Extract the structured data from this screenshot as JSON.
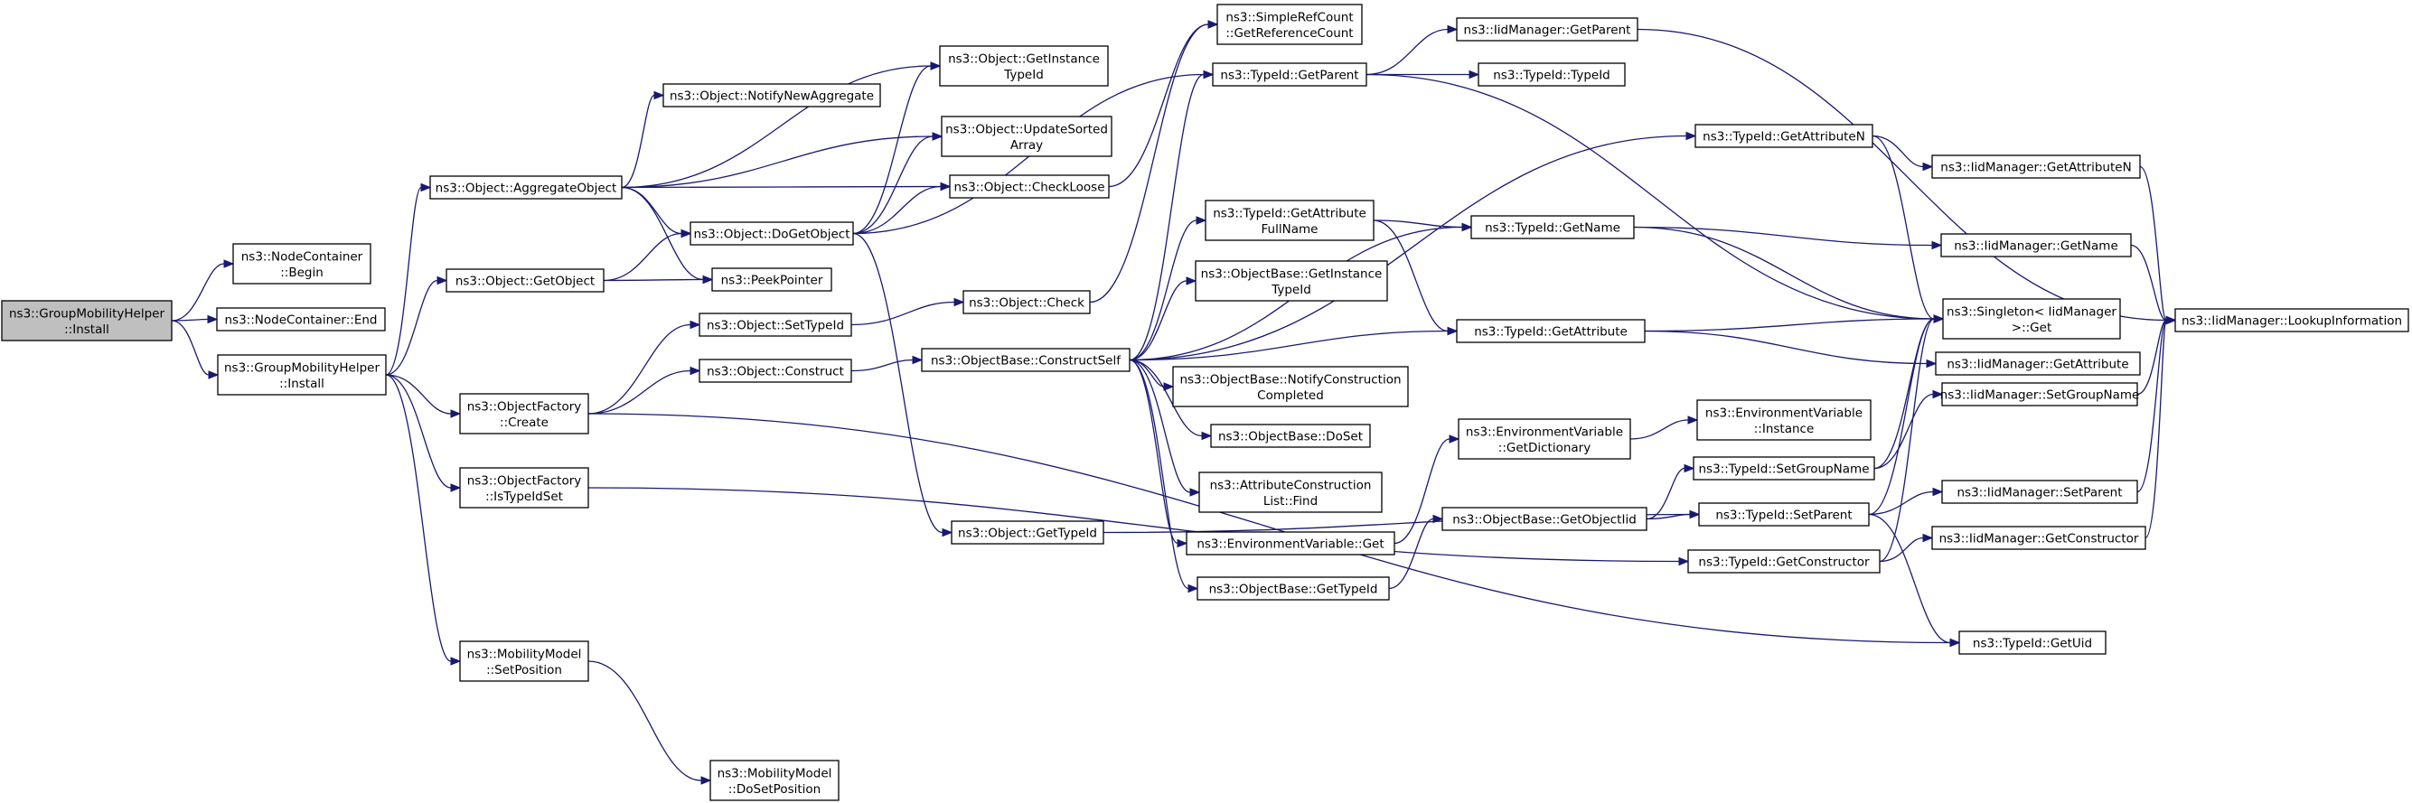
{
  "edge_color": "#191970",
  "root_fill": "#bfbfbf",
  "nodes": [
    {
      "id": "root",
      "lines": [
        "ns3::GroupMobilityHelper",
        "::Install"
      ]
    },
    {
      "id": "ncBegin",
      "lines": [
        "ns3::NodeContainer",
        "::Begin"
      ]
    },
    {
      "id": "ncEnd",
      "lines": [
        "ns3::NodeContainer::End"
      ]
    },
    {
      "id": "gmhInstall",
      "lines": [
        "ns3::GroupMobilityHelper",
        "::Install"
      ]
    },
    {
      "id": "aggObj",
      "lines": [
        "ns3::Object::AggregateObject"
      ]
    },
    {
      "id": "getObj",
      "lines": [
        "ns3::Object::GetObject"
      ]
    },
    {
      "id": "ofCreate",
      "lines": [
        "ns3::ObjectFactory",
        "::Create"
      ]
    },
    {
      "id": "ofIsSet",
      "lines": [
        "ns3::ObjectFactory",
        "::IsTypeIdSet"
      ]
    },
    {
      "id": "mmSetPos",
      "lines": [
        "ns3::MobilityModel",
        "::SetPosition"
      ]
    },
    {
      "id": "mmDoSetPos",
      "lines": [
        "ns3::MobilityModel",
        "::DoSetPosition"
      ]
    },
    {
      "id": "notifyNewAgg",
      "lines": [
        "ns3::Object::NotifyNewAggregate"
      ]
    },
    {
      "id": "doGetObj",
      "lines": [
        "ns3::Object::DoGetObject"
      ]
    },
    {
      "id": "peek",
      "lines": [
        "ns3::PeekPointer"
      ]
    },
    {
      "id": "setTypeId",
      "lines": [
        "ns3::Object::SetTypeId"
      ]
    },
    {
      "id": "construct",
      "lines": [
        "ns3::Object::Construct"
      ]
    },
    {
      "id": "getInstTid",
      "lines": [
        "ns3::Object::GetInstance",
        "TypeId"
      ]
    },
    {
      "id": "updSorted",
      "lines": [
        "ns3::Object::UpdateSorted",
        "Array"
      ]
    },
    {
      "id": "checkLoose",
      "lines": [
        "ns3::Object::CheckLoose"
      ]
    },
    {
      "id": "check",
      "lines": [
        "ns3::Object::Check"
      ]
    },
    {
      "id": "objGetTid",
      "lines": [
        "ns3::Object::GetTypeId"
      ]
    },
    {
      "id": "constructSelf",
      "lines": [
        "ns3::ObjectBase::ConstructSelf"
      ]
    },
    {
      "id": "srcGetRef",
      "lines": [
        "ns3::SimpleRefCount",
        "::GetReferenceCount"
      ]
    },
    {
      "id": "tidGetParent",
      "lines": [
        "ns3::TypeId::GetParent"
      ]
    },
    {
      "id": "tidGetAttrFull",
      "lines": [
        "ns3::TypeId::GetAttribute",
        "FullName"
      ]
    },
    {
      "id": "obGetInstTid",
      "lines": [
        "ns3::ObjectBase::GetInstance",
        "TypeId"
      ]
    },
    {
      "id": "obNotify",
      "lines": [
        "ns3::ObjectBase::NotifyConstruction",
        "Completed"
      ]
    },
    {
      "id": "obDoSet",
      "lines": [
        "ns3::ObjectBase::DoSet"
      ]
    },
    {
      "id": "aclFind",
      "lines": [
        "ns3::AttributeConstruction",
        "List::Find"
      ]
    },
    {
      "id": "envGet",
      "lines": [
        "ns3::EnvironmentVariable::Get"
      ]
    },
    {
      "id": "obGetTid",
      "lines": [
        "ns3::ObjectBase::GetTypeId"
      ]
    },
    {
      "id": "iidGetParent",
      "lines": [
        "ns3::IidManager::GetParent"
      ]
    },
    {
      "id": "tidTypeId",
      "lines": [
        "ns3::TypeId::TypeId"
      ]
    },
    {
      "id": "tidGetName",
      "lines": [
        "ns3::TypeId::GetName"
      ]
    },
    {
      "id": "tidGetAttr",
      "lines": [
        "ns3::TypeId::GetAttribute"
      ]
    },
    {
      "id": "envGetDict",
      "lines": [
        "ns3::EnvironmentVariable",
        "::GetDictionary"
      ]
    },
    {
      "id": "obGetObjIid",
      "lines": [
        "ns3::ObjectBase::GetObjectIid"
      ]
    },
    {
      "id": "tidGetAttrN",
      "lines": [
        "ns3::TypeId::GetAttributeN"
      ]
    },
    {
      "id": "envInstance",
      "lines": [
        "ns3::EnvironmentVariable",
        "::Instance"
      ]
    },
    {
      "id": "tidSetGroup",
      "lines": [
        "ns3::TypeId::SetGroupName"
      ]
    },
    {
      "id": "tidSetParent",
      "lines": [
        "ns3::TypeId::SetParent"
      ]
    },
    {
      "id": "tidGetCtor",
      "lines": [
        "ns3::TypeId::GetConstructor"
      ]
    },
    {
      "id": "iidGetAttrN",
      "lines": [
        "ns3::IidManager::GetAttributeN"
      ]
    },
    {
      "id": "iidGetName",
      "lines": [
        "ns3::IidManager::GetName"
      ]
    },
    {
      "id": "singleton",
      "lines": [
        "ns3::Singleton< IidManager",
        " >::Get"
      ]
    },
    {
      "id": "iidGetAttr",
      "lines": [
        "ns3::IidManager::GetAttribute"
      ]
    },
    {
      "id": "iidSetGroup",
      "lines": [
        "ns3::IidManager::SetGroupName"
      ]
    },
    {
      "id": "iidSetParent",
      "lines": [
        "ns3::IidManager::SetParent"
      ]
    },
    {
      "id": "iidGetCtor",
      "lines": [
        "ns3::IidManager::GetConstructor"
      ]
    },
    {
      "id": "tidGetUid",
      "lines": [
        "ns3::TypeId::GetUid"
      ]
    },
    {
      "id": "iidLookup",
      "lines": [
        "ns3::IidManager::LookupInformation"
      ]
    }
  ],
  "edges": [
    [
      "root",
      "ncBegin"
    ],
    [
      "root",
      "ncEnd"
    ],
    [
      "root",
      "gmhInstall"
    ],
    [
      "gmhInstall",
      "aggObj"
    ],
    [
      "gmhInstall",
      "getObj"
    ],
    [
      "gmhInstall",
      "ofCreate"
    ],
    [
      "gmhInstall",
      "ofIsSet"
    ],
    [
      "gmhInstall",
      "mmSetPos"
    ],
    [
      "mmSetPos",
      "mmDoSetPos"
    ],
    [
      "aggObj",
      "getInstTid"
    ],
    [
      "aggObj",
      "notifyNewAgg"
    ],
    [
      "aggObj",
      "updSorted"
    ],
    [
      "aggObj",
      "checkLoose"
    ],
    [
      "aggObj",
      "doGetObj"
    ],
    [
      "aggObj",
      "peek"
    ],
    [
      "getObj",
      "doGetObj"
    ],
    [
      "getObj",
      "peek"
    ],
    [
      "ofCreate",
      "setTypeId"
    ],
    [
      "ofCreate",
      "construct"
    ],
    [
      "ofCreate",
      "tidGetUid"
    ],
    [
      "ofIsSet",
      "tidGetCtor"
    ],
    [
      "doGetObj",
      "getInstTid"
    ],
    [
      "doGetObj",
      "updSorted"
    ],
    [
      "doGetObj",
      "checkLoose"
    ],
    [
      "doGetObj",
      "objGetTid"
    ],
    [
      "doGetObj",
      "tidGetParent"
    ],
    [
      "setTypeId",
      "check"
    ],
    [
      "construct",
      "constructSelf"
    ],
    [
      "checkLoose",
      "srcGetRef"
    ],
    [
      "check",
      "srcGetRef"
    ],
    [
      "objGetTid",
      "tidSetParent"
    ],
    [
      "constructSelf",
      "tidGetParent"
    ],
    [
      "constructSelf",
      "tidGetAttrN"
    ],
    [
      "constructSelf",
      "tidGetName"
    ],
    [
      "constructSelf",
      "tidGetAttrFull"
    ],
    [
      "constructSelf",
      "obGetInstTid"
    ],
    [
      "constructSelf",
      "tidGetAttr"
    ],
    [
      "constructSelf",
      "obNotify"
    ],
    [
      "constructSelf",
      "obDoSet"
    ],
    [
      "constructSelf",
      "aclFind"
    ],
    [
      "constructSelf",
      "envGet"
    ],
    [
      "constructSelf",
      "obGetTid"
    ],
    [
      "tidGetParent",
      "iidGetParent"
    ],
    [
      "tidGetParent",
      "tidTypeId"
    ],
    [
      "tidGetParent",
      "singleton"
    ],
    [
      "tidGetAttrFull",
      "tidGetName"
    ],
    [
      "tidGetAttrFull",
      "tidGetAttr"
    ],
    [
      "envGet",
      "envGetDict"
    ],
    [
      "envGetDict",
      "envInstance"
    ],
    [
      "obGetTid",
      "obGetObjIid"
    ],
    [
      "obGetObjIid",
      "tidSetGroup"
    ],
    [
      "obGetObjIid",
      "tidSetParent"
    ],
    [
      "tidGetName",
      "iidGetName"
    ],
    [
      "tidGetName",
      "singleton"
    ],
    [
      "tidGetAttr",
      "singleton"
    ],
    [
      "tidGetAttr",
      "iidGetAttr"
    ],
    [
      "tidGetAttrN",
      "iidGetAttrN"
    ],
    [
      "tidGetAttrN",
      "singleton"
    ],
    [
      "tidSetGroup",
      "singleton"
    ],
    [
      "tidSetGroup",
      "iidSetGroup"
    ],
    [
      "tidSetParent",
      "singleton"
    ],
    [
      "tidSetParent",
      "iidSetParent"
    ],
    [
      "tidSetParent",
      "tidGetUid"
    ],
    [
      "tidGetCtor",
      "singleton"
    ],
    [
      "tidGetCtor",
      "iidGetCtor"
    ],
    [
      "iidGetParent",
      "iidLookup"
    ],
    [
      "iidGetAttrN",
      "iidLookup"
    ],
    [
      "iidGetName",
      "iidLookup"
    ],
    [
      "iidSetGroup",
      "iidLookup"
    ],
    [
      "iidSetParent",
      "iidLookup"
    ],
    [
      "iidGetCtor",
      "iidLookup"
    ]
  ]
}
